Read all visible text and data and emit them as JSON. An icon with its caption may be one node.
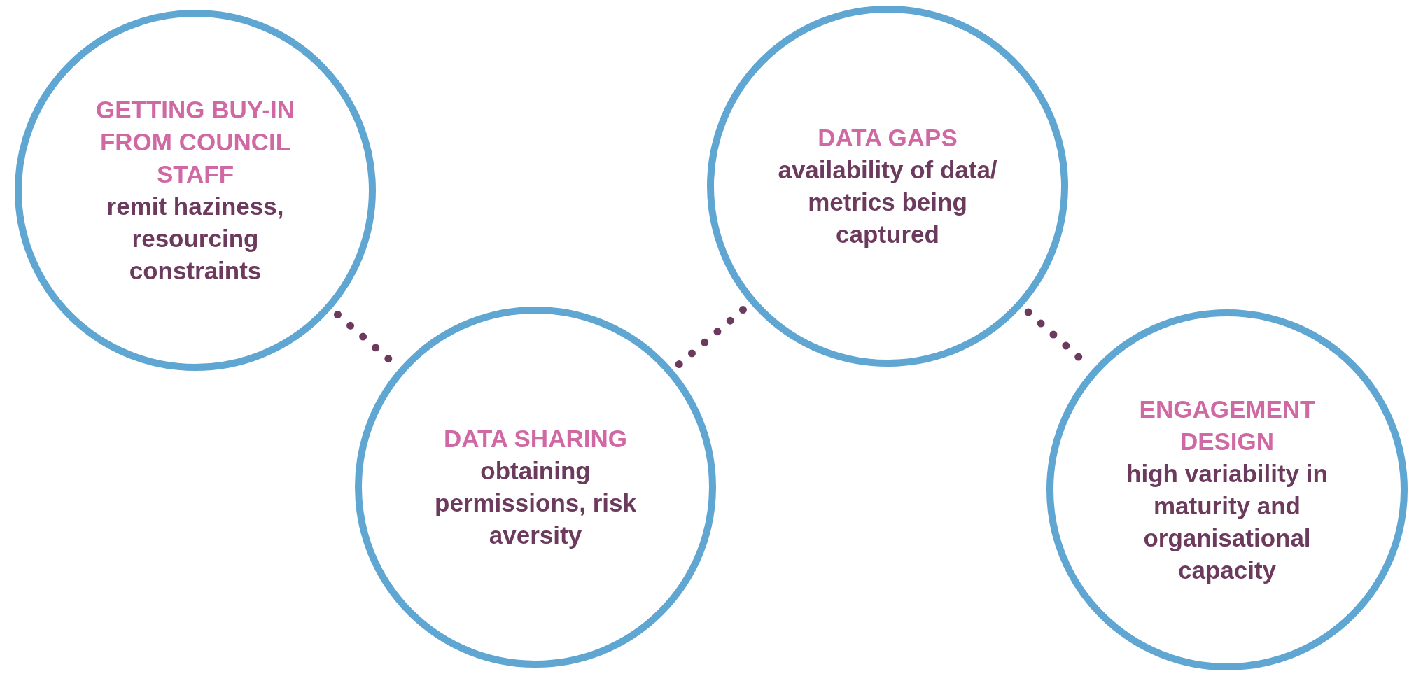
{
  "diagram": {
    "nodes": [
      {
        "text": [
          "GETTING BUY-IN FROM COUNCIL STAFF",
          "remit haziness, resourcing constraints"
        ]
      },
      {
        "text": [
          "DATA SHARING",
          "obtaining permissions, risk aversity"
        ]
      },
      {
        "text": [
          "DATA GAPS",
          "availability of data/ metrics being captured"
        ]
      },
      {
        "text": [
          "ENGAGEMENT DESIGN",
          "high variability in maturity and organisational capacity"
        ]
      }
    ],
    "edges": [
      {
        "from": 0,
        "to": 1,
        "arrow": "none",
        "style": "dashed"
      },
      {
        "from": 1,
        "to": 2,
        "arrow": "none",
        "style": "dashed"
      },
      {
        "from": 2,
        "to": 3,
        "arrow": "none",
        "style": "dashed"
      }
    ]
  }
}
